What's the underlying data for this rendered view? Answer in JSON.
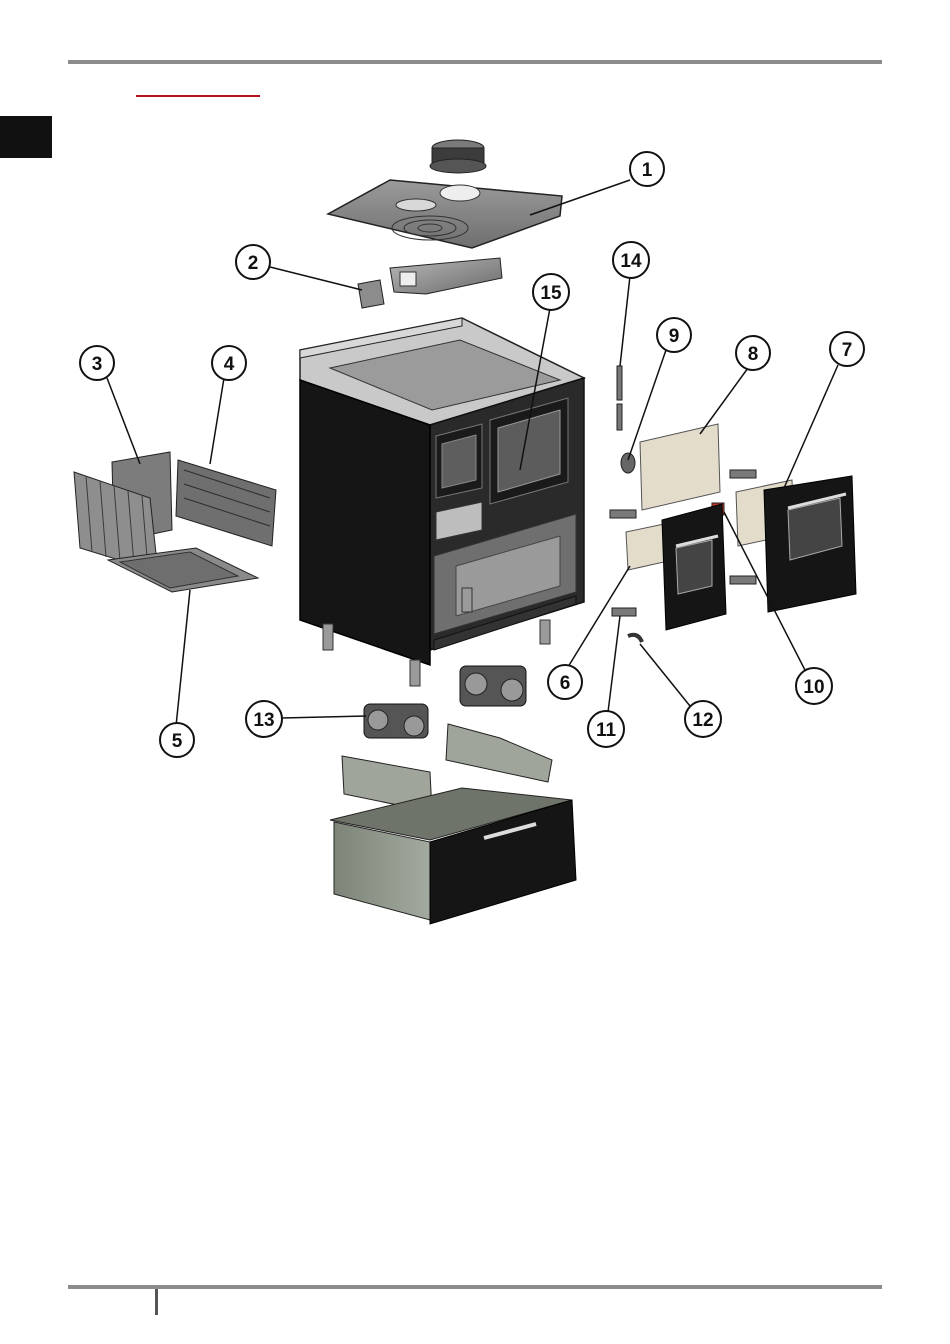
{
  "callouts": [
    {
      "id": "1",
      "label": "1"
    },
    {
      "id": "2",
      "label": "2"
    },
    {
      "id": "3",
      "label": "3"
    },
    {
      "id": "4",
      "label": "4"
    },
    {
      "id": "5",
      "label": "5"
    },
    {
      "id": "6",
      "label": "6"
    },
    {
      "id": "7",
      "label": "7"
    },
    {
      "id": "8",
      "label": "8"
    },
    {
      "id": "9",
      "label": "9"
    },
    {
      "id": "10",
      "label": "10"
    },
    {
      "id": "11",
      "label": "11"
    },
    {
      "id": "12",
      "label": "12"
    },
    {
      "id": "13",
      "label": "13"
    },
    {
      "id": "14",
      "label": "14"
    },
    {
      "id": "15",
      "label": "15"
    }
  ],
  "colors": {
    "rule": "#8c8c8c",
    "accent_red": "#b5121b",
    "tab": "#111111",
    "metal": "#8a8a8a",
    "body": "#151515",
    "panel": "#e3dccb"
  }
}
